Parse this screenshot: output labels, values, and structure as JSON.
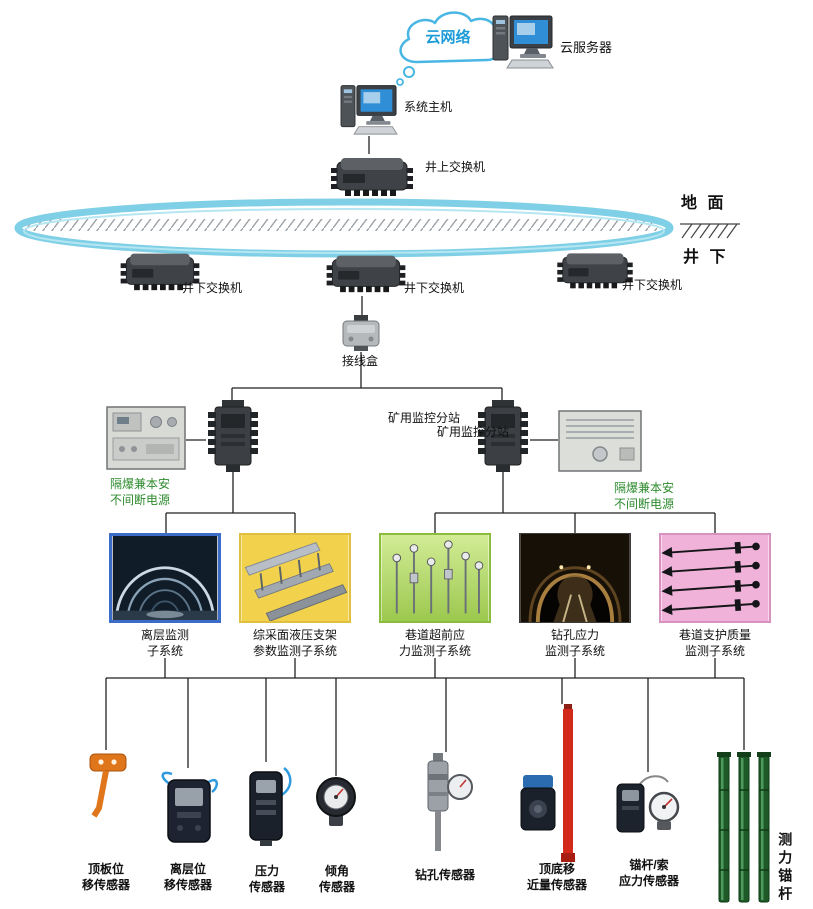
{
  "top": {
    "cloud_label": "云网络",
    "cloud_server_label": "云服务器",
    "host_label": "系统主机",
    "surface_switch_label": "井上交换机"
  },
  "ground": {
    "surface_label": "地 面",
    "underground_label": "井 下"
  },
  "underground_switches": [
    {
      "label": "井下交换机"
    },
    {
      "label": "井下交换机"
    },
    {
      "label": "井下交换机"
    }
  ],
  "junction_box_label": "接线盒",
  "substations": {
    "left_label": "矿用监控分站",
    "right_label": "矿用监控分站",
    "ups_left_label": "隔爆兼本安\n不间断电源",
    "ups_right_label": "隔爆兼本安\n不间断电源"
  },
  "subsystems": [
    {
      "label": "离层监测\n子系统",
      "border_color": "#3a6cc8"
    },
    {
      "label": "综采面液压支架\n参数监测子系统",
      "border_color": "#e0c040"
    },
    {
      "label": "巷道超前应\n力监测子系统",
      "border_color": "#8cbc3e"
    },
    {
      "label": "钻孔应力\n监测子系统",
      "border_color": "#3c3c3c"
    },
    {
      "label": "巷道支护质量\n监测子系统",
      "border_color": "#d892c0"
    }
  ],
  "sensors": [
    {
      "label": "顶板位\n移传感器"
    },
    {
      "label": "离层位\n移传感器"
    },
    {
      "label": "压力\n传感器"
    },
    {
      "label": "倾角\n传感器"
    },
    {
      "label": "钻孔传感器"
    },
    {
      "label": "顶底移\n近量传感器"
    },
    {
      "label": "锚杆/索\n应力传感器"
    },
    {
      "label": "测力锚杆"
    }
  ],
  "colors": {
    "ring": "#7fd0e6",
    "cloud_text": "#1b9bd7",
    "ups_text": "#2e8b2e",
    "line": "#222222"
  }
}
